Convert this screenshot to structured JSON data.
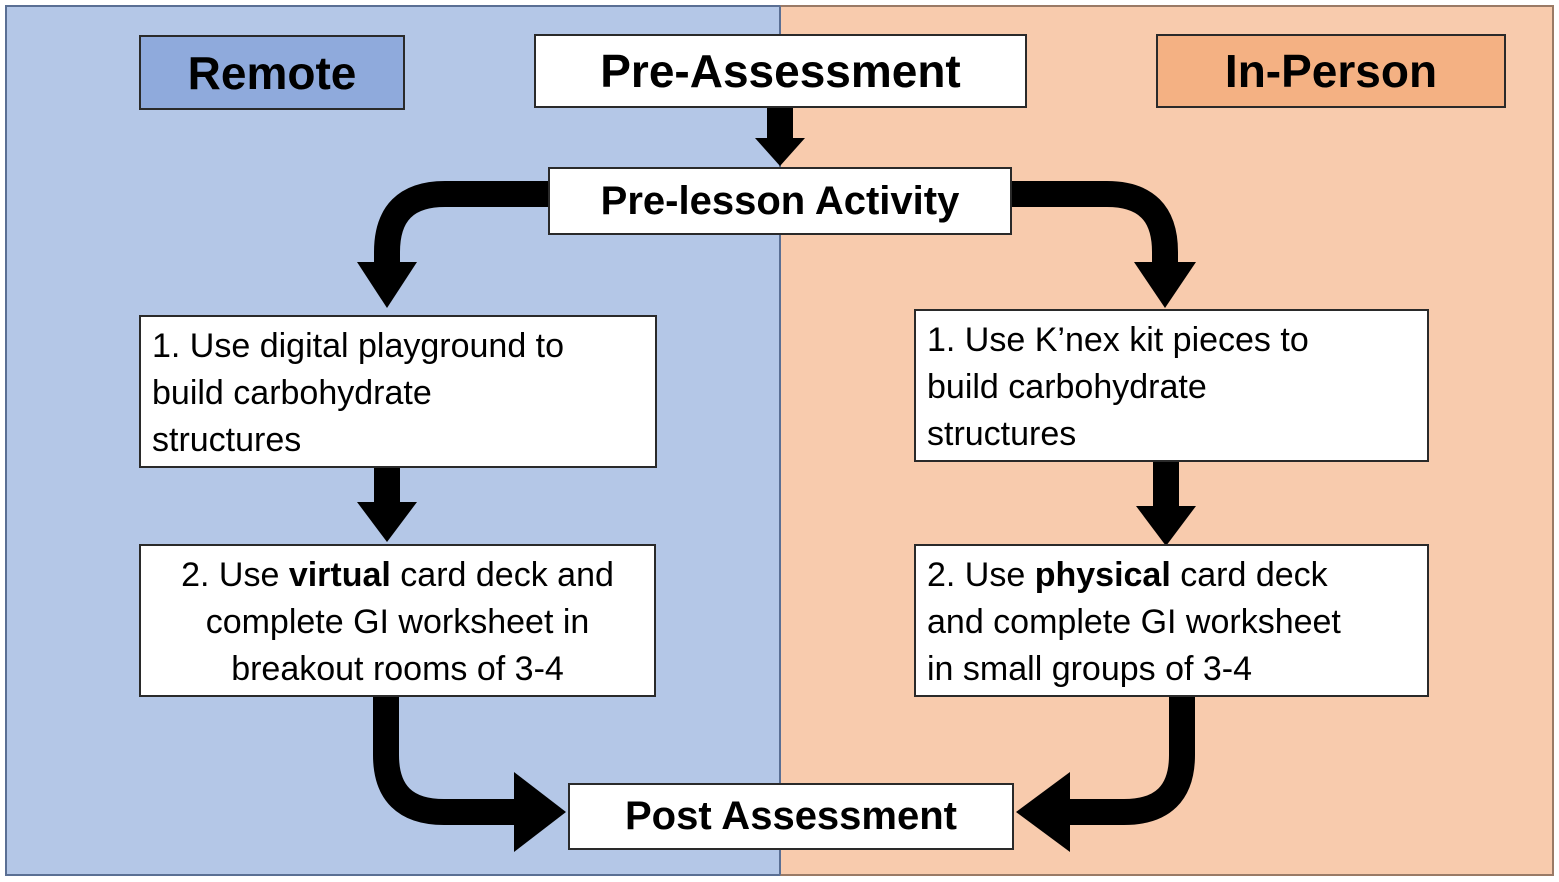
{
  "colors": {
    "remote_panel": "#b4c7e7",
    "inperson_panel": "#f8cbad",
    "remote_label": "#8faadc",
    "inperson_label": "#f4b183",
    "arrow": "#000000"
  },
  "labels": {
    "remote": "Remote",
    "in_person": "In-Person"
  },
  "flow": {
    "pre_assessment": "Pre-Assessment",
    "pre_lesson": "Pre-lesson Activity",
    "post_assessment": "Post Assessment"
  },
  "remote_steps": {
    "step1": {
      "line1": "1. Use digital playground to",
      "line2": "build carbohydrate",
      "line3": "structures"
    },
    "step2": {
      "prefix": "2. Use ",
      "bold": "virtual",
      "suffix": " card deck and",
      "line2": "complete GI worksheet in",
      "line3": "breakout rooms of 3-4"
    }
  },
  "inperson_steps": {
    "step1": {
      "line1": "1. Use K’nex kit pieces to",
      "line2": "build carbohydrate",
      "line3": "structures"
    },
    "step2": {
      "prefix": "2. Use ",
      "bold": "physical",
      "suffix": " card deck",
      "line2": "and complete GI worksheet",
      "line3": "in small groups of 3-4"
    }
  }
}
